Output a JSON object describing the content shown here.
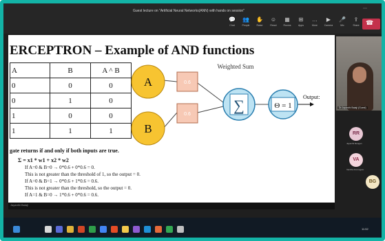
{
  "meeting": {
    "title": "Guest lecture on \"Artificial Neural Networks(ANN) with hands on session\"",
    "toolbar": [
      {
        "icon": "chat-icon",
        "glyph": "💬",
        "label": "Chat"
      },
      {
        "icon": "people-icon",
        "glyph": "👥",
        "label": "People"
      },
      {
        "icon": "raise-hand-icon",
        "glyph": "✋",
        "label": "Raise"
      },
      {
        "icon": "react-icon",
        "glyph": "☺",
        "label": "React"
      },
      {
        "icon": "rooms-icon",
        "glyph": "▦",
        "label": "Rooms"
      },
      {
        "icon": "apps-icon",
        "glyph": "⊞",
        "label": "Apps"
      },
      {
        "icon": "more-icon",
        "glyph": "…",
        "label": "More"
      },
      {
        "icon": "camera-icon",
        "glyph": "▶",
        "label": "Camera"
      },
      {
        "icon": "mic-icon",
        "glyph": "🎤",
        "label": "Mic"
      },
      {
        "icon": "share-icon",
        "glyph": "⇪",
        "label": "Share"
      }
    ]
  },
  "slide": {
    "title": "ERCEPTRON – Example of AND functions",
    "table": {
      "headers": [
        "A",
        "B",
        "A ^ B"
      ],
      "rows": [
        [
          "0",
          "0",
          "0"
        ],
        [
          "0",
          "1",
          "0"
        ],
        [
          "1",
          "0",
          "0"
        ],
        [
          "1",
          "1",
          "1"
        ]
      ]
    },
    "diagram": {
      "input_a": "A",
      "input_b": "B",
      "weight_a": "0.6",
      "weight_b": "0.6",
      "sum_label": "Weighted Sum",
      "sum_symbol": "∑",
      "threshold": "Θ = 1",
      "output_label": "Output:"
    },
    "lines": [
      "gate returns if and only if both inputs are true.",
      "Σ = x1 * w1 + x2 * w2",
      "If A=0 & B=0 → 0*0.6 + 0*0.6 = 0.",
      "This is not greater than the threshold of 1, so the output = 0.",
      "If A=0 & B=1 → 0*0.6 + 1*0.6 = 0.6.",
      "This is not greater than the threshold, so the output = 0.",
      "If A=1 & B=0 → 1*0.6 + 0*0.6 = 0.6."
    ]
  },
  "slide_footer": "Jayanthi Balaji",
  "participants": {
    "presenter_name": "Dr.Jayanthi Balaji (Guest)",
    "avatars": [
      {
        "initials": "RR",
        "label": "Jayanthi Rangan",
        "color": "#e8c7d4",
        "text_color": "#7a2e4c"
      },
      {
        "initials": "VA",
        "label": "Vanitha Arumugam",
        "color": "#f3d4dc",
        "text_color": "#8a2b46"
      },
      {
        "initials": "BG",
        "label": "",
        "color": "#f4e7c4",
        "text_color": "#6a5420"
      }
    ]
  },
  "taskbar": {
    "time": "11:52"
  }
}
